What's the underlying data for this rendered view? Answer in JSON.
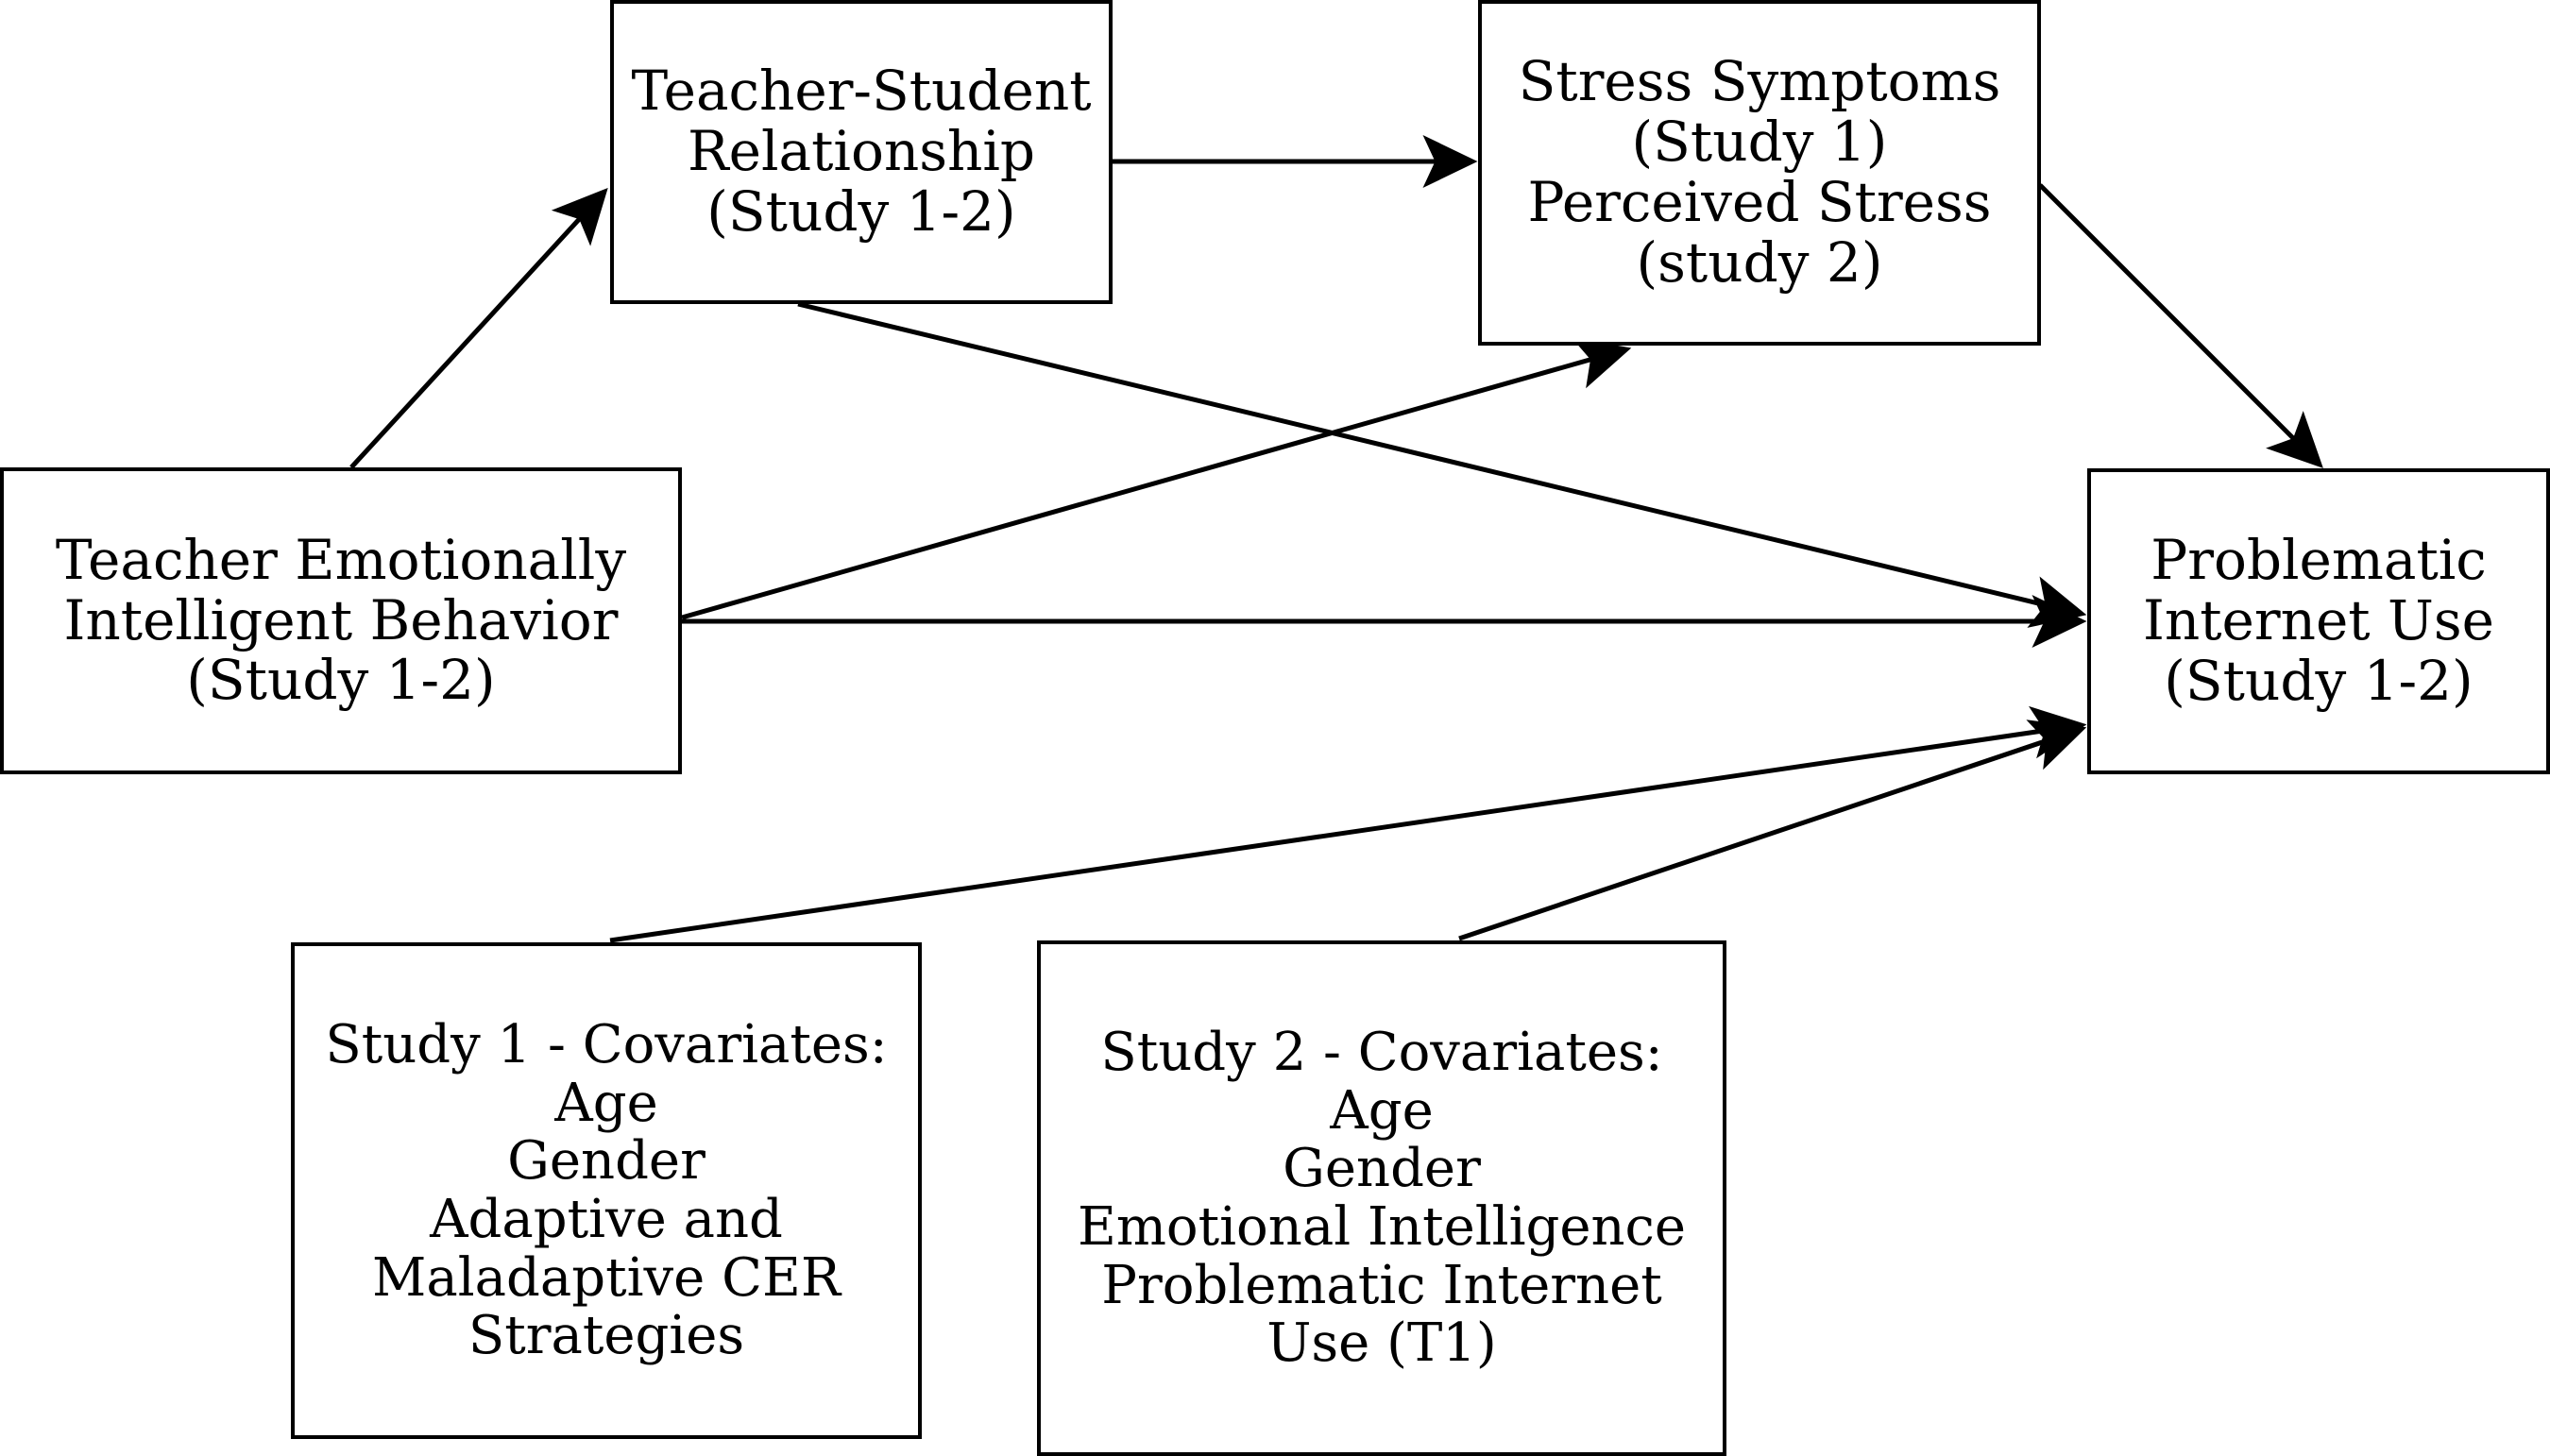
{
  "diagram": {
    "type": "conceptual-path-model",
    "background_color": "#ffffff",
    "line_color": "#000000",
    "box_border_color": "#000000",
    "nodes": [
      {
        "id": "teacher-student-relationship",
        "lines": [
          "Teacher-Student",
          "Relationship",
          "(Study 1-2)"
        ]
      },
      {
        "id": "stress",
        "lines": [
          "Stress Symptoms",
          "(Study 1)",
          "Perceived Stress",
          "(study 2)"
        ]
      },
      {
        "id": "teacher-emotionally-intelligent-behavior",
        "lines": [
          "Teacher Emotionally",
          "Intelligent Behavior",
          "(Study 1-2)"
        ]
      },
      {
        "id": "problematic-internet-use",
        "lines": [
          "Problematic",
          "Internet Use",
          "(Study 1-2)"
        ]
      },
      {
        "id": "study-1-covariates",
        "lines": [
          "Study 1 - Covariates:",
          "Age",
          "Gender",
          "Adaptive and",
          "Maladaptive CER",
          "Strategies"
        ]
      },
      {
        "id": "study-2-covariates",
        "lines": [
          "Study 2 - Covariates:",
          "Age",
          "Gender",
          "Emotional Intelligence",
          "Problematic Internet",
          "Use (T1)"
        ]
      }
    ],
    "edges": [
      {
        "id": "teib-to-tsr",
        "from": "teacher-emotionally-intelligent-behavior",
        "to": "teacher-student-relationship",
        "arrow": true
      },
      {
        "id": "tsr-to-stress",
        "from": "teacher-student-relationship",
        "to": "stress",
        "arrow": true
      },
      {
        "id": "teib-to-stress",
        "from": "teacher-emotionally-intelligent-behavior",
        "to": "stress",
        "arrow": true
      },
      {
        "id": "stress-to-piu",
        "from": "stress",
        "to": "problematic-internet-use",
        "arrow": true
      },
      {
        "id": "tsr-to-piu",
        "from": "teacher-student-relationship",
        "to": "problematic-internet-use",
        "arrow": true
      },
      {
        "id": "teib-to-piu",
        "from": "teacher-emotionally-intelligent-behavior",
        "to": "problematic-internet-use",
        "arrow": true
      },
      {
        "id": "cov1-to-piu",
        "from": "study-1-covariates",
        "to": "problematic-internet-use",
        "arrow": true
      },
      {
        "id": "cov2-to-piu",
        "from": "study-2-covariates",
        "to": "problematic-internet-use",
        "arrow": true
      }
    ]
  }
}
